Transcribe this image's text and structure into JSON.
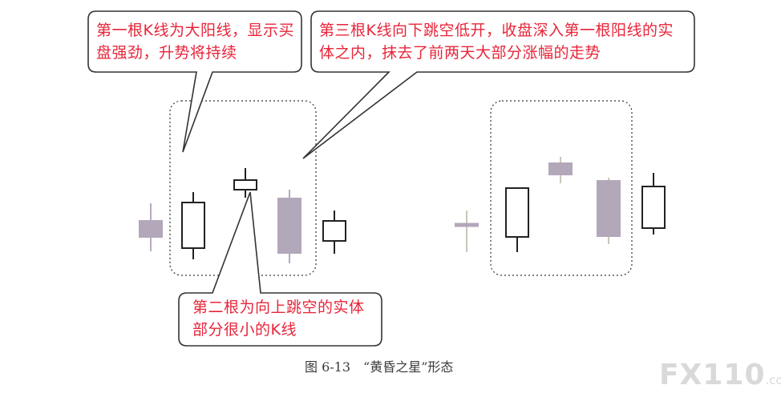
{
  "callouts": {
    "first": "第一根K线为大阳线，显示买盘强劲，升势将持续",
    "third": "第三根K线向下跳空低开，收盘深入第一根阳线的实体之内，抹去了前两天大部分涨幅的走势",
    "second": "第二根为向上跳空的实体部分很小的K线"
  },
  "caption": "图 6-13　“黄昏之星”形态",
  "watermark": {
    "main": "FX110",
    "suffix": ".com"
  },
  "colors": {
    "callout_text": "#e8253a",
    "outline": "#333333",
    "bearish_fill": "#b3a7ba",
    "candle_line": "#222222",
    "watermark": "#d9d9d9"
  },
  "left_pattern": {
    "candles": [
      {
        "role": "prior",
        "body": "bearish",
        "open": 8.0,
        "close": 6.0,
        "high": 10.2,
        "low": 4.2
      },
      {
        "role": "first-big-yang",
        "body": "bullish",
        "open": 4.6,
        "close": 10.3,
        "high": 11.6,
        "low": 3.2
      },
      {
        "role": "second-star",
        "body": "bullish",
        "open": 11.9,
        "close": 13.1,
        "high": 14.6,
        "low": 10.9
      },
      {
        "role": "third-big-yin",
        "body": "bearish",
        "open": 10.8,
        "close": 4.0,
        "high": 11.9,
        "low": 2.7
      },
      {
        "role": "after",
        "body": "bullish",
        "open": 5.5,
        "close": 8.0,
        "high": 9.3,
        "low": 3.9
      }
    ]
  },
  "right_pattern": {
    "candles": [
      {
        "role": "prior",
        "body": "bearish",
        "open": 7.15,
        "close": 6.85,
        "high": 8.8,
        "low": 3.6
      },
      {
        "role": "first-big-yang",
        "body": "bullish",
        "open": 5.5,
        "close": 11.6,
        "high": 11.6,
        "low": 3.6
      },
      {
        "role": "second-star",
        "body": "bearish",
        "open": 14.7,
        "close": 13.3,
        "high": 15.5,
        "low": 12.2
      },
      {
        "role": "third-big-yin",
        "body": "bearish",
        "open": 12.5,
        "close": 5.6,
        "high": 12.9,
        "low": 4.6
      },
      {
        "role": "after",
        "body": "bullish",
        "open": 6.6,
        "close": 11.8,
        "high": 13.5,
        "low": 5.8
      }
    ]
  }
}
